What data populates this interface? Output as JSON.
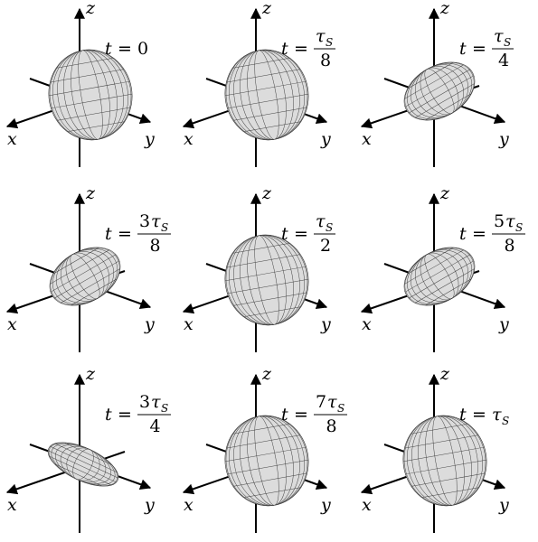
{
  "axis_labels": {
    "x": "x",
    "y": "y",
    "z": "z"
  },
  "panels": [
    {
      "id": "p1",
      "t": "t",
      "eq": "=",
      "num_coef": "",
      "num_sym": "",
      "num_plain": "0",
      "sub": "",
      "den": "",
      "shape": "round"
    },
    {
      "id": "p2",
      "t": "t",
      "eq": "=",
      "num_coef": "",
      "num_sym": "τ",
      "num_plain": "",
      "sub": "S",
      "den": "8",
      "shape": "round"
    },
    {
      "id": "p3",
      "t": "t",
      "eq": "=",
      "num_coef": "",
      "num_sym": "τ",
      "num_plain": "",
      "sub": "S",
      "den": "4",
      "shape": "lobed"
    },
    {
      "id": "p4",
      "t": "t",
      "eq": "=",
      "num_coef": "3",
      "num_sym": "τ",
      "num_plain": "",
      "sub": "S",
      "den": "8",
      "shape": "lobed"
    },
    {
      "id": "p5",
      "t": "t",
      "eq": "=",
      "num_coef": "",
      "num_sym": "τ",
      "num_plain": "",
      "sub": "S",
      "den": "2",
      "shape": "round"
    },
    {
      "id": "p6",
      "t": "t",
      "eq": "=",
      "num_coef": "5",
      "num_sym": "τ",
      "num_plain": "",
      "sub": "S",
      "den": "8",
      "shape": "lobed"
    },
    {
      "id": "p7",
      "t": "t",
      "eq": "=",
      "num_coef": "3",
      "num_sym": "τ",
      "num_plain": "",
      "sub": "S",
      "den": "4",
      "shape": "flat"
    },
    {
      "id": "p8",
      "t": "t",
      "eq": "=",
      "num_coef": "7",
      "num_sym": "τ",
      "num_plain": "",
      "sub": "S",
      "den": "8",
      "shape": "round"
    },
    {
      "id": "p9",
      "t": "t",
      "eq": "=",
      "num_coef": "",
      "num_sym": "τ",
      "num_plain": "",
      "sub": "S",
      "den": "",
      "shape": "round"
    }
  ]
}
